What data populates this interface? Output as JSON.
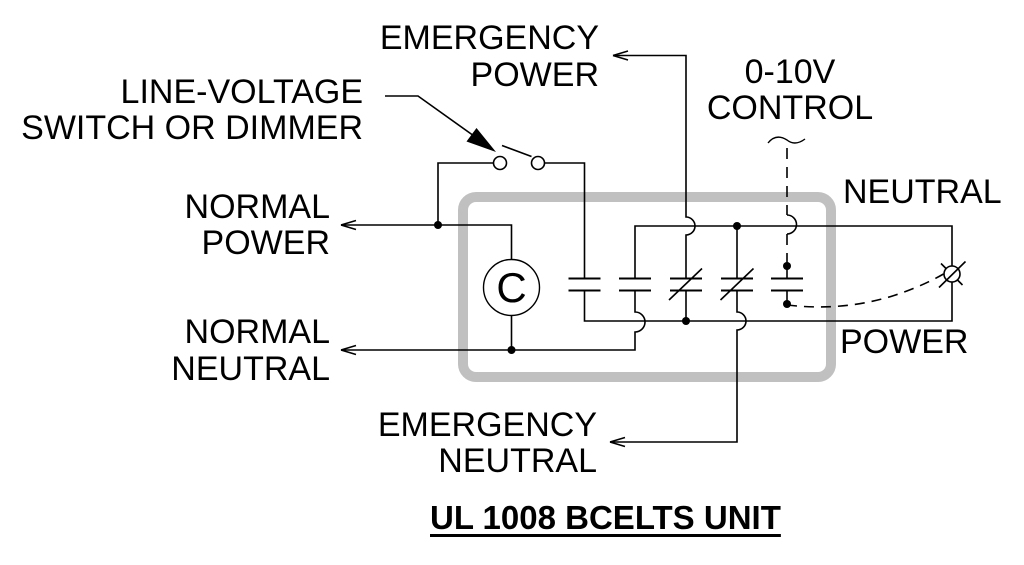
{
  "diagram": {
    "title": "UL 1008 BCELTS UNIT",
    "labels": {
      "emergency_power": {
        "line1": "EMERGENCY",
        "line2": "POWER"
      },
      "line_voltage": {
        "line1": "LINE-VOLTAGE",
        "line2": "SWITCH OR DIMMER"
      },
      "control": {
        "line1": "0-10V",
        "line2": "CONTROL"
      },
      "normal_power": {
        "line1": "NORMAL",
        "line2": "POWER"
      },
      "normal_neutral": {
        "line1": "NORMAL",
        "line2": "NEUTRAL"
      },
      "neutral_right": "NEUTRAL",
      "power_right": "POWER",
      "emergency_neutral": {
        "line1": "EMERGENCY",
        "line2": "NEUTRAL"
      }
    },
    "symbols": {
      "contactor_coil_letter": "C"
    },
    "colors": {
      "line": "#000000",
      "unit_box": "#c0c0c0",
      "background": "#ffffff"
    }
  }
}
